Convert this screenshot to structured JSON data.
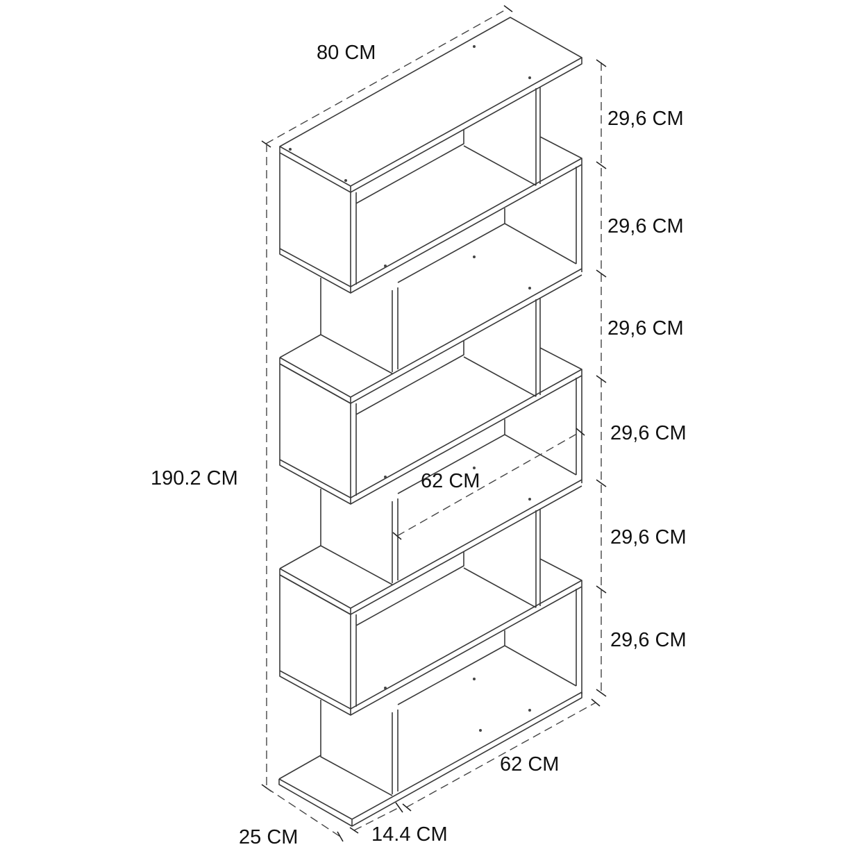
{
  "dimensions": {
    "width_top": "80 CM",
    "total_height": "190.2 CM",
    "shelf_heights": [
      "29,6 CM",
      "29,6 CM",
      "29,6 CM",
      "29,6 CM",
      "29,6 CM",
      "29,6 CM"
    ],
    "inner_width": "62 CM",
    "bottom_width": "62 CM",
    "depth": "25 CM",
    "panel_offset": "14.4 CM"
  },
  "colors": {
    "line": "#3a3a3a",
    "background": "#ffffff"
  }
}
